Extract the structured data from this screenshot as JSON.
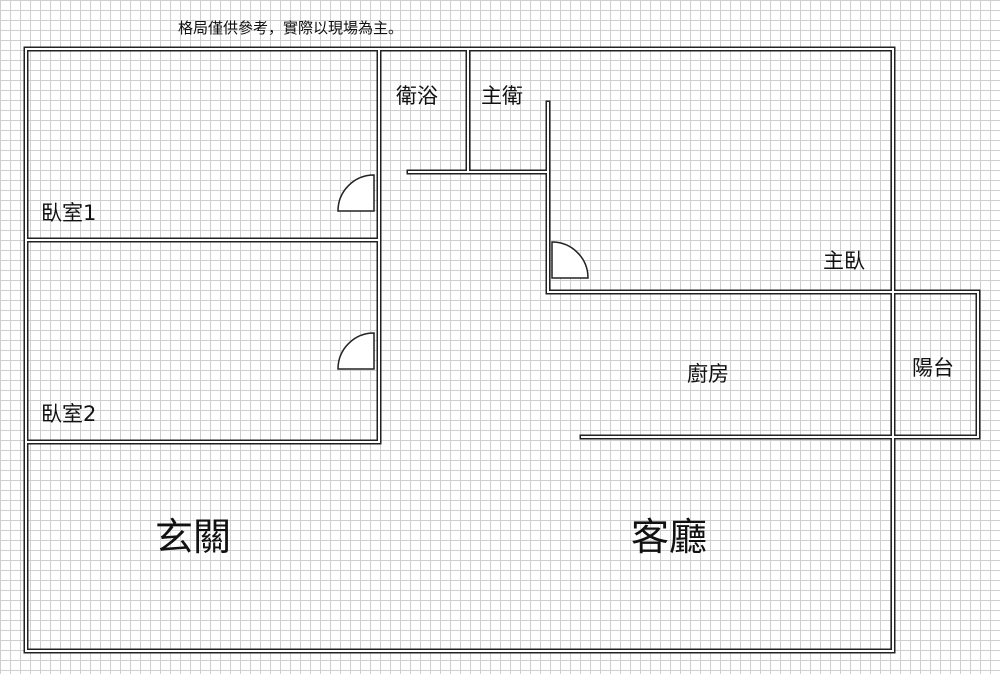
{
  "note": "格局僅供參考，實際以現場為主。",
  "rooms": {
    "bath": "衛浴",
    "master_bath": "主衛",
    "bedroom1": "臥室1",
    "master_bedroom": "主臥",
    "bedroom2": "臥室2",
    "kitchen": "廚房",
    "balcony": "陽台",
    "entrance": "玄關",
    "living_room": "客廳"
  }
}
